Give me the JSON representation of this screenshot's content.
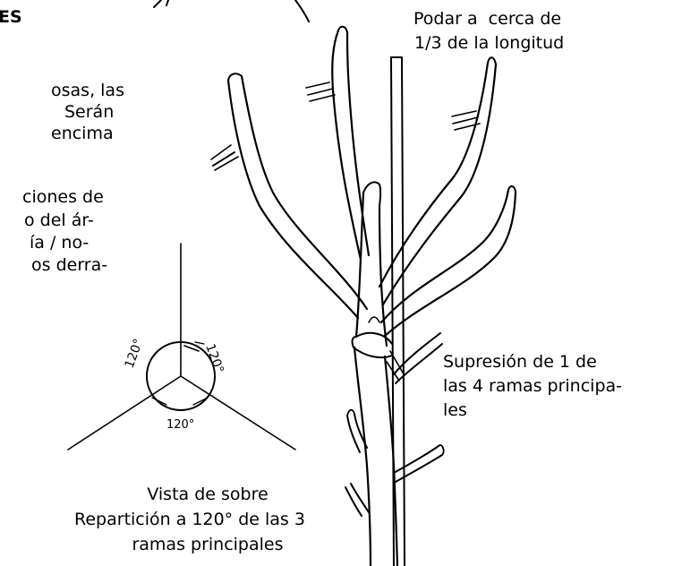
{
  "heading": "ES",
  "left_text": {
    "lines": [
      "osas, las",
      "Serán",
      "encima",
      "ciones de",
      "o del ár-",
      "ía / no-",
      "os derra-"
    ]
  },
  "annotations": {
    "prune_line1": "Podar a  cerca de",
    "prune_line2": "1/3 de la longitud",
    "removal_line1": "Supresión de 1 de",
    "removal_line2": "las 4 ramas principa-",
    "removal_line3": "les",
    "view_line1": "Vista de sobre",
    "view_line2": "Repartición a 120° de las 3",
    "view_line3": "ramas principales"
  },
  "angle_labels": [
    "120°",
    "120°",
    "120°"
  ],
  "colors": {
    "ink": "#000000",
    "background": "#ffffff"
  }
}
